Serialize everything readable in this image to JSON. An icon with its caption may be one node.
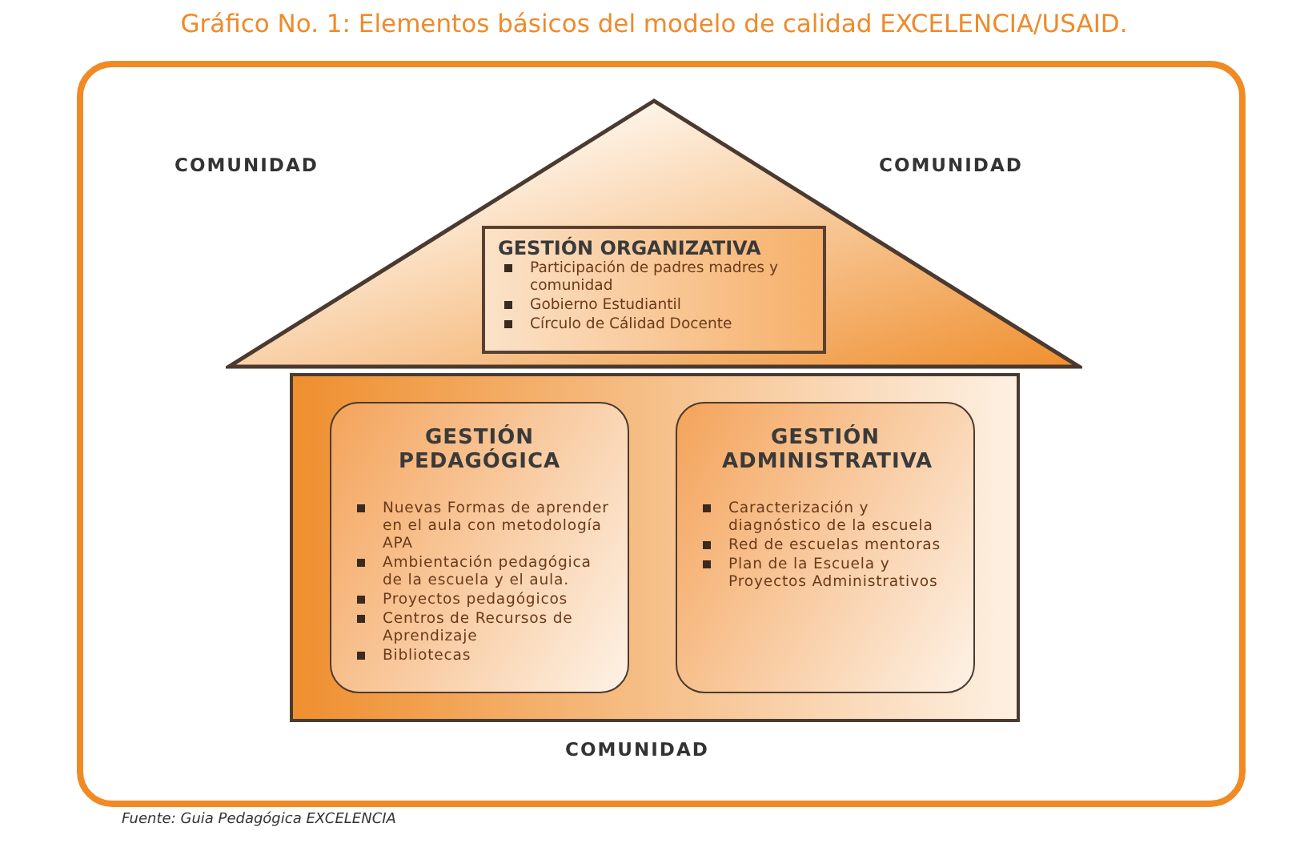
{
  "diagram": {
    "title": "Gráfico No. 1: Elementos básicos del modelo de calidad EXCELENCIA/USAID.",
    "caption": "Fuente: Guia Pedagógica EXCELENCIA",
    "nodes": [
      {
        "text": [
          "COMUNIDAD",
          "COMUNIDAD",
          "COMUNIDAD"
        ]
      },
      {
        "text": [],
        "shape": "triangle",
        "in": 0
      },
      {
        "text": [
          "GESTIÓN ORGANIZATIVA",
          "Participación de padres madres y comunidad",
          "Gobierno Estudiantil",
          "Círculo de Cálidad Docente"
        ],
        "in": 1
      },
      {
        "text": [],
        "shape": "box",
        "in": 0
      },
      {
        "text": [
          "GESTIÓN PEDAGÓGICA",
          "Nuevas Formas de aprender en el aula con metodología APA",
          "Ambientación pedagógica de la escuela y el aula.",
          "Proyectos pedagógicos",
          "Centros de Recursos de Aprendizaje",
          "Bibliotecas"
        ],
        "in": 3
      },
      {
        "text": [
          "GESTIÓN ADMINISTRATIVA",
          "Caracterización y diagnóstico de la escuela",
          "Red de escuelas mentoras",
          "Plan de la Escuela y Proyectos Administrativos"
        ],
        "in": 3
      }
    ]
  }
}
